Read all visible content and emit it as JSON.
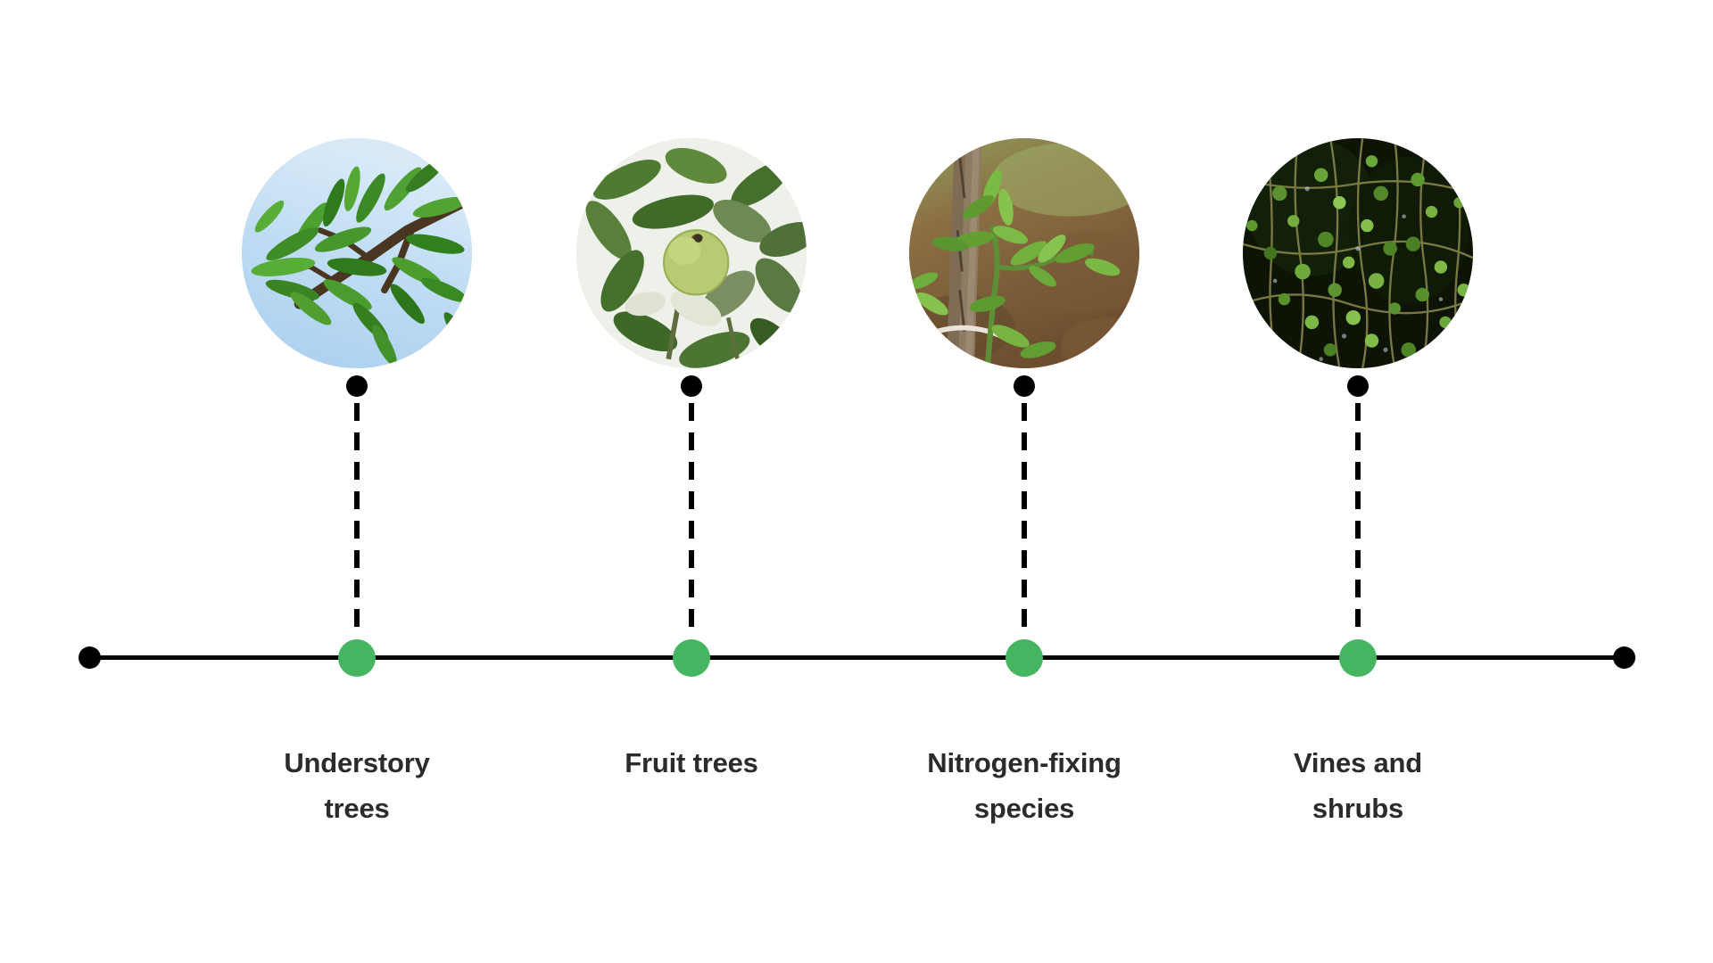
{
  "diagram": {
    "type": "horizontal-timeline",
    "background_color": "#ffffff",
    "axis": {
      "line_color": "#000000",
      "endpoint_left_name": "axis-start-dot",
      "endpoint_right_name": "axis-end-dot"
    },
    "accent_color": "#45b562",
    "marker_color": "#000000",
    "label_color": "#2b2b2b"
  },
  "nodes": [
    {
      "id": "understory-trees",
      "label": "Understory\ntrees",
      "label_plain": "Understory trees",
      "image_alt": "tree-branch-with-long-green-leaves-against-blue-sky",
      "image_name": "understory-trees-photo",
      "milestone_color": "#45b562"
    },
    {
      "id": "fruit-trees",
      "label": "Fruit trees",
      "label_plain": "Fruit trees",
      "image_alt": "green-guava-fruit-on-leafy-branch",
      "image_name": "fruit-trees-photo",
      "milestone_color": "#45b562"
    },
    {
      "id": "nitrogen-fixing-species",
      "label": "Nitrogen-fixing\nspecies",
      "label_plain": "Nitrogen-fixing species",
      "image_alt": "young-seedling-tied-to-wooden-stake-in-brown-soil",
      "image_name": "nitrogen-fixing-species-photo",
      "milestone_color": "#45b562"
    },
    {
      "id": "vines-and-shrubs",
      "label": "Vines and\nshrubs",
      "label_plain": "Vines and shrubs",
      "image_alt": "dense-tangle-of-dark-vines-with-bright-green-leaves",
      "image_name": "vines-and-shrubs-photo",
      "milestone_color": "#45b562"
    }
  ]
}
